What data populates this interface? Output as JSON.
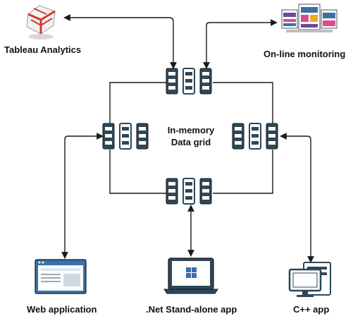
{
  "title_lines": [
    "In-memory",
    "Data grid"
  ],
  "nodes": {
    "tableau": {
      "label": "Tableau Analytics",
      "icon": "tableau-logo-icon"
    },
    "monitoring": {
      "label": "On-line monitoring",
      "icon": "dashboard-monitors-icon"
    },
    "web": {
      "label": "Web application",
      "icon": "browser-window-icon"
    },
    "dotnet": {
      "label": ".Net Stand-alone app",
      "icon": "windows-laptop-icon"
    },
    "cpp": {
      "label": "C++ app",
      "icon": "desktop-computer-icon"
    }
  },
  "colors": {
    "server_fill": "#2f4757",
    "line": "#1a1a1a",
    "tableau_red": "#d9362b",
    "screen_blue": "#3a6fa8"
  }
}
